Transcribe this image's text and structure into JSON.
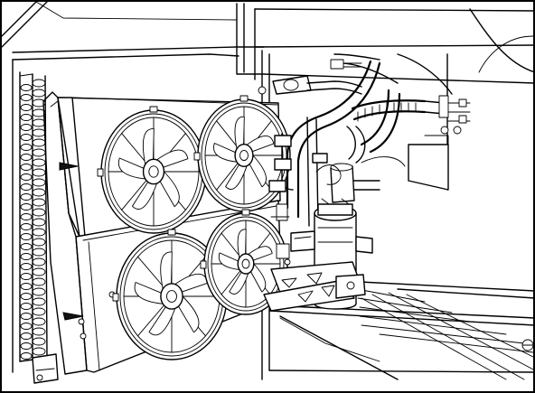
{
  "figure": {
    "kind": "line-art",
    "subject": "condensing-unit-with-four-fans",
    "stroke_color": "#000000",
    "background_color": "#ffffff",
    "fan_count": 4
  }
}
